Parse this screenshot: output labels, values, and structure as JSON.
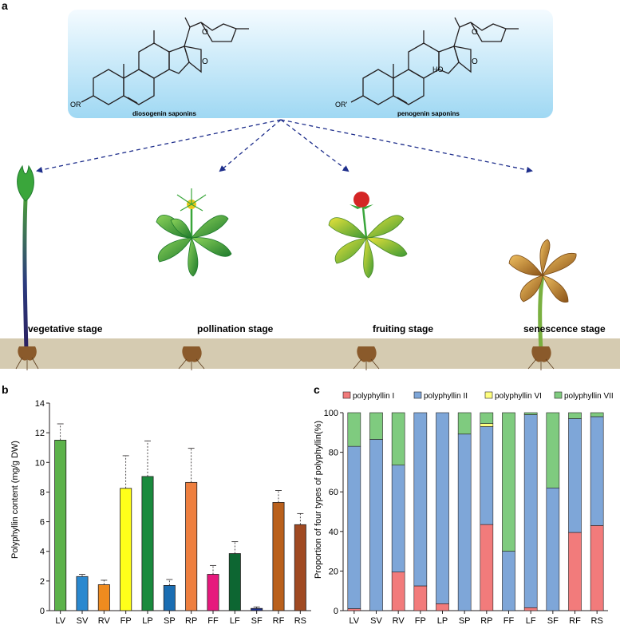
{
  "panel_labels": {
    "a": "a",
    "b": "b",
    "c": "c"
  },
  "structures": {
    "left_caption": "diosogenin saponins",
    "right_caption": "penogenin saponins",
    "left_or": "OR",
    "right_or": "OR'",
    "right_ho": "HO",
    "ring_o": "O"
  },
  "stages": [
    "vegetative stage",
    "pollination stage",
    "fruiting stage",
    "senescence stage"
  ],
  "colors": {
    "gradient_top": "#f4fbff",
    "gradient_bottom": "#9fd8f3",
    "arrow": "#1f2f8c",
    "ground": "#d5cbb1",
    "stem_dark": "#2b1f5e",
    "leaf_green": "#3aa63b",
    "leaf_dark": "#1e7a2c",
    "berry": "#d42525",
    "senescent": "#b9802a",
    "root": "#8a5a2b"
  },
  "chart_data": [
    {
      "type": "bar",
      "title": "",
      "xlabel": "",
      "ylabel": "Polyphyllin content (mg/g DW)",
      "ylim": [
        0,
        14
      ],
      "yticks": [
        0,
        2,
        4,
        6,
        8,
        10,
        12,
        14
      ],
      "categories": [
        "LV",
        "SV",
        "RV",
        "FP",
        "LP",
        "SP",
        "RP",
        "FF",
        "LF",
        "SF",
        "RF",
        "RS"
      ],
      "values": [
        11.5,
        2.3,
        1.75,
        8.25,
        9.05,
        1.7,
        8.65,
        2.45,
        3.85,
        0.15,
        7.3,
        5.8
      ],
      "errors": [
        1.1,
        0.15,
        0.3,
        2.2,
        2.4,
        0.4,
        2.3,
        0.6,
        0.8,
        0.1,
        0.8,
        0.75
      ],
      "colors": [
        "#5cb24a",
        "#2a88cf",
        "#ef8b1f",
        "#ffff1a",
        "#1a8a3d",
        "#1a6db2",
        "#ee7f3f",
        "#e6197d",
        "#0d6632",
        "#1b2f89",
        "#b9601c",
        "#a04a22"
      ]
    },
    {
      "type": "bar",
      "stacked": true,
      "title": "",
      "xlabel": "",
      "ylabel": "Proportion of four types of polyphyllin(%)",
      "ylim": [
        0,
        100
      ],
      "yticks": [
        0,
        20,
        40,
        60,
        80,
        100
      ],
      "legend_position": "top",
      "categories": [
        "LV",
        "SV",
        "RV",
        "FP",
        "LP",
        "SP",
        "RP",
        "FF",
        "LF",
        "SF",
        "RF",
        "RS"
      ],
      "series": [
        {
          "name": "polyphyllin I",
          "color": "#f27b7b",
          "values": [
            1,
            0,
            19.5,
            12.5,
            3.5,
            0,
            43.5,
            0,
            1.5,
            0,
            39.5,
            43
          ]
        },
        {
          "name": "polyphyllin II",
          "color": "#7ea6d8",
          "values": [
            82,
            86.5,
            54,
            87.5,
            96.5,
            89.2,
            49.5,
            30,
            97.5,
            62,
            57.5,
            55
          ]
        },
        {
          "name": "polyphyllin VI",
          "color": "#ffff80",
          "values": [
            0,
            0,
            0,
            0,
            0,
            0,
            1.5,
            0,
            0,
            0,
            0,
            0
          ]
        },
        {
          "name": "polyphyllin VII",
          "color": "#7fcb7f",
          "values": [
            17,
            13.5,
            26.5,
            0,
            0,
            10.8,
            5.5,
            70,
            1,
            38,
            3,
            2
          ]
        }
      ]
    }
  ]
}
